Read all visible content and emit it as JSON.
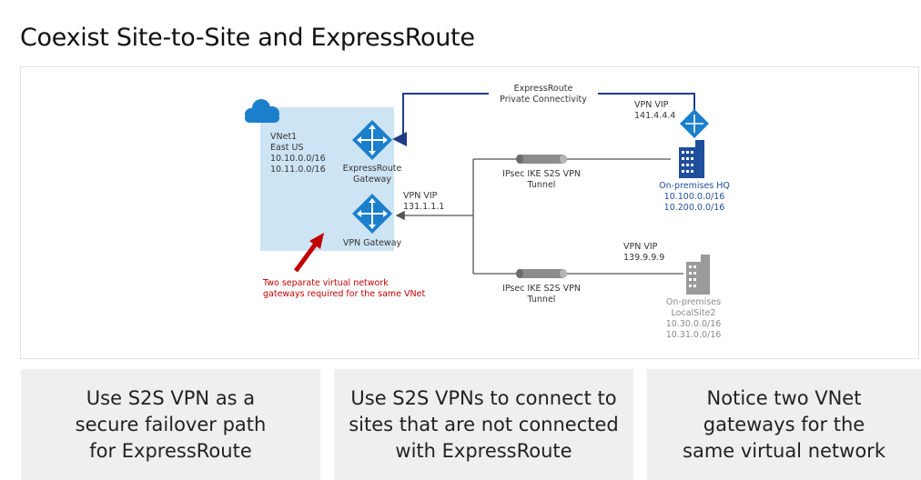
{
  "slide": {
    "title": "Coexist Site-to-Site and ExpressRoute"
  },
  "vnet": {
    "name": "VNet1",
    "region": "East US",
    "prefixes": [
      "10.10.0.0/16",
      "10.11.0.0/16"
    ]
  },
  "gateways": {
    "expressroute": {
      "label_line1": "ExpressRoute",
      "label_line2": "Gateway"
    },
    "vpn": {
      "label": "VPN Gateway",
      "vip_label": "VPN VIP",
      "vip": "131.1.1.1"
    }
  },
  "expressroute_link": {
    "label_line1": "ExpressRoute",
    "label_line2": "Private Connectivity"
  },
  "tunnels": [
    {
      "label_line1": "IPsec IKE S2S VPN",
      "label_line2": "Tunnel"
    },
    {
      "label_line1": "IPsec IKE S2S VPN",
      "label_line2": "Tunnel"
    }
  ],
  "sites": {
    "hq": {
      "vip_label": "VPN VIP",
      "vip": "141.4.4.4",
      "name": "On-premises HQ",
      "prefixes": [
        "10.100.0.0/16",
        "10.200.0.0/16"
      ]
    },
    "local2": {
      "vip_label": "VPN VIP",
      "vip": "139.9.9.9",
      "name_line1": "On-premises",
      "name_line2": "LocalSite2",
      "prefixes": [
        "10.30.0.0/16",
        "10.31.0.0/16"
      ]
    }
  },
  "annotation": {
    "line1": "Two separate virtual network",
    "line2": "gateways required for the same VNet"
  },
  "cards": [
    {
      "lines": [
        "Use S2S VPN as a",
        "secure failover path",
        "for ExpressRoute"
      ]
    },
    {
      "lines": [
        "Use S2S VPNs to connect to",
        "sites that are not connected",
        "with ExpressRoute"
      ]
    },
    {
      "lines": [
        "Notice two VNet",
        "gateways for the",
        "same virtual network"
      ]
    }
  ],
  "colors": {
    "vnet_fill": "#cde4f5",
    "gateway_blue": "#1b7fcc",
    "arrow_navy": "#1f3c88",
    "red": "#c00000",
    "building_blue": "#1f4e9c",
    "building_grey": "#9a9a9a"
  }
}
